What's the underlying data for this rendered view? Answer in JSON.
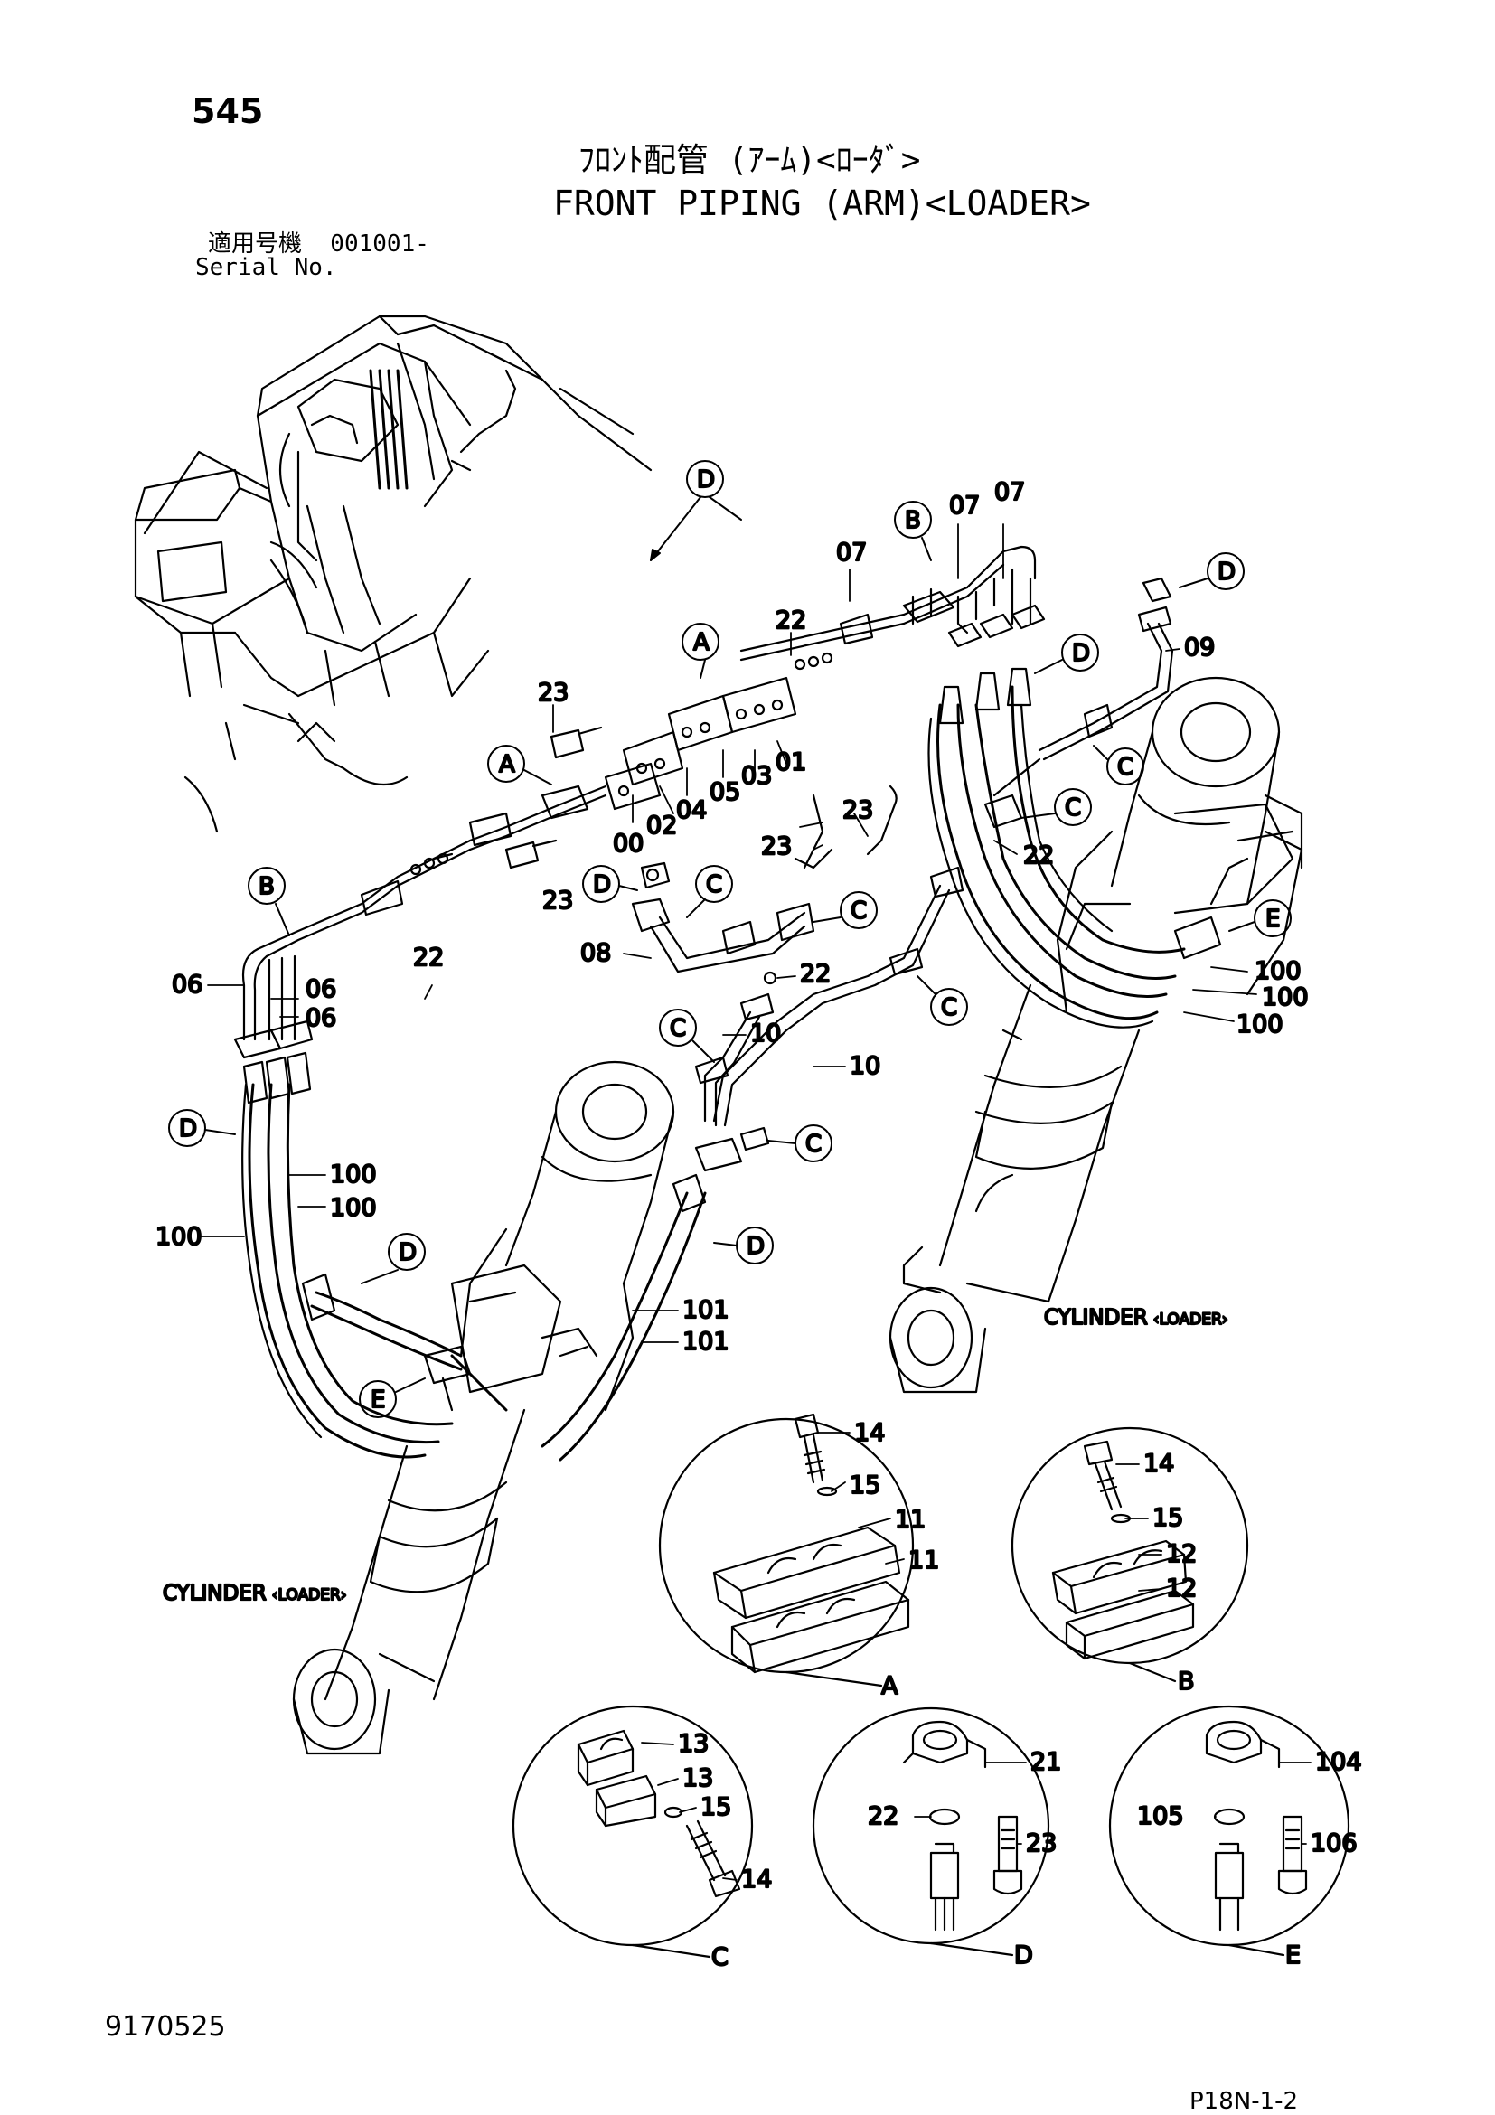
{
  "header": {
    "page_number": "545",
    "title_jp": "ﾌﾛﾝﾄ配管 (ｱｰﾑ)<ﾛｰﾀﾞ>",
    "title_en": "FRONT PIPING (ARM)<LOADER>",
    "serial_jp": "適用号機  001001-",
    "serial_en": "Serial No."
  },
  "footer": {
    "doc_number": "9170525",
    "page_ref": "P18N-1-2"
  },
  "cylinder_labels": {
    "right": "CYLINDER",
    "right_sub": "‹LOADER›",
    "left": "CYLINDER",
    "left_sub": "‹LOADER›"
  },
  "callouts": {
    "D": "D",
    "A": "A",
    "B": "B",
    "C": "C",
    "E": "E"
  },
  "part_numbers": {
    "p00": "00",
    "p01": "01",
    "p02": "02",
    "p03": "03",
    "p04": "04",
    "p05": "05",
    "p06": "06",
    "p07": "07",
    "p08": "08",
    "p09": "09",
    "p10": "10",
    "p11": "11",
    "p12": "12",
    "p13": "13",
    "p14": "14",
    "p15": "15",
    "p21": "21",
    "p22": "22",
    "p23": "23",
    "p100": "100",
    "p101": "101",
    "p104": "104",
    "p105": "105",
    "p106": "106"
  },
  "detail_labels": [
    "A",
    "B",
    "C",
    "D",
    "E"
  ]
}
